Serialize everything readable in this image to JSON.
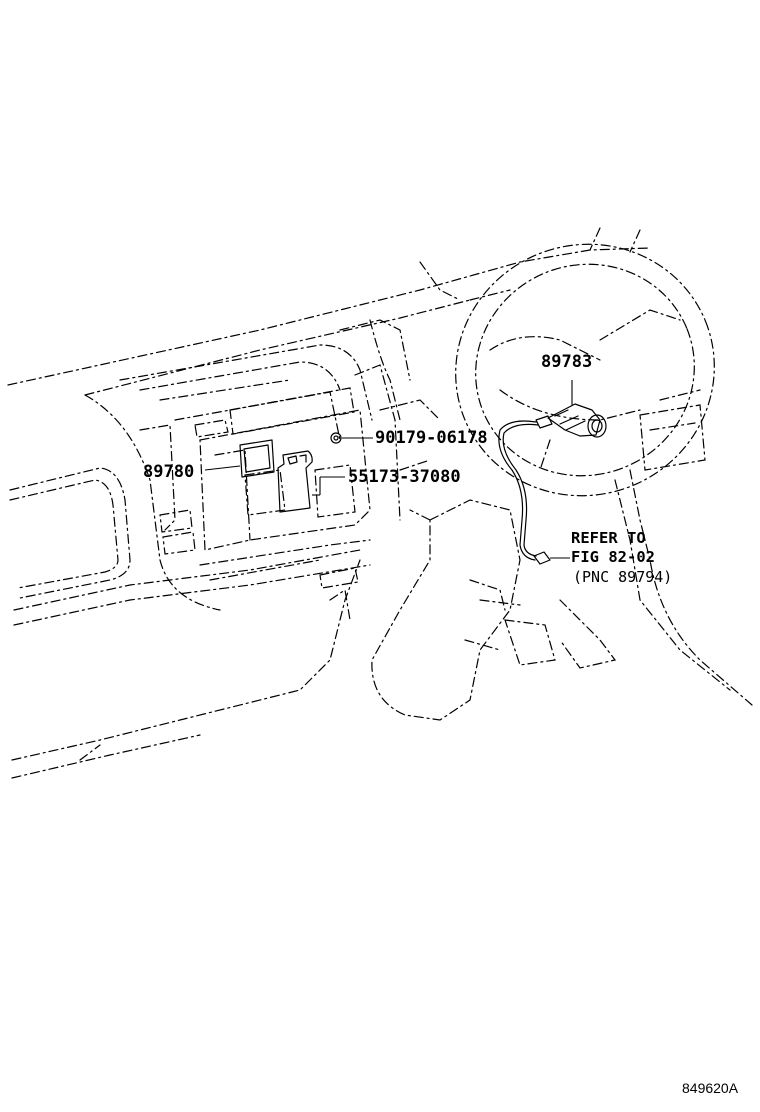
{
  "parts": [
    {
      "id": "p89783",
      "number": "89783"
    },
    {
      "id": "p90179",
      "number": "90179-06178"
    },
    {
      "id": "p89780",
      "number": "89780"
    },
    {
      "id": "p55173",
      "number": "55173-37080"
    }
  ],
  "reference": {
    "line1": "REFER TO",
    "line2": "FIG 82-02",
    "line3": "(PNC 89794)"
  },
  "drawing_code": "849620A"
}
